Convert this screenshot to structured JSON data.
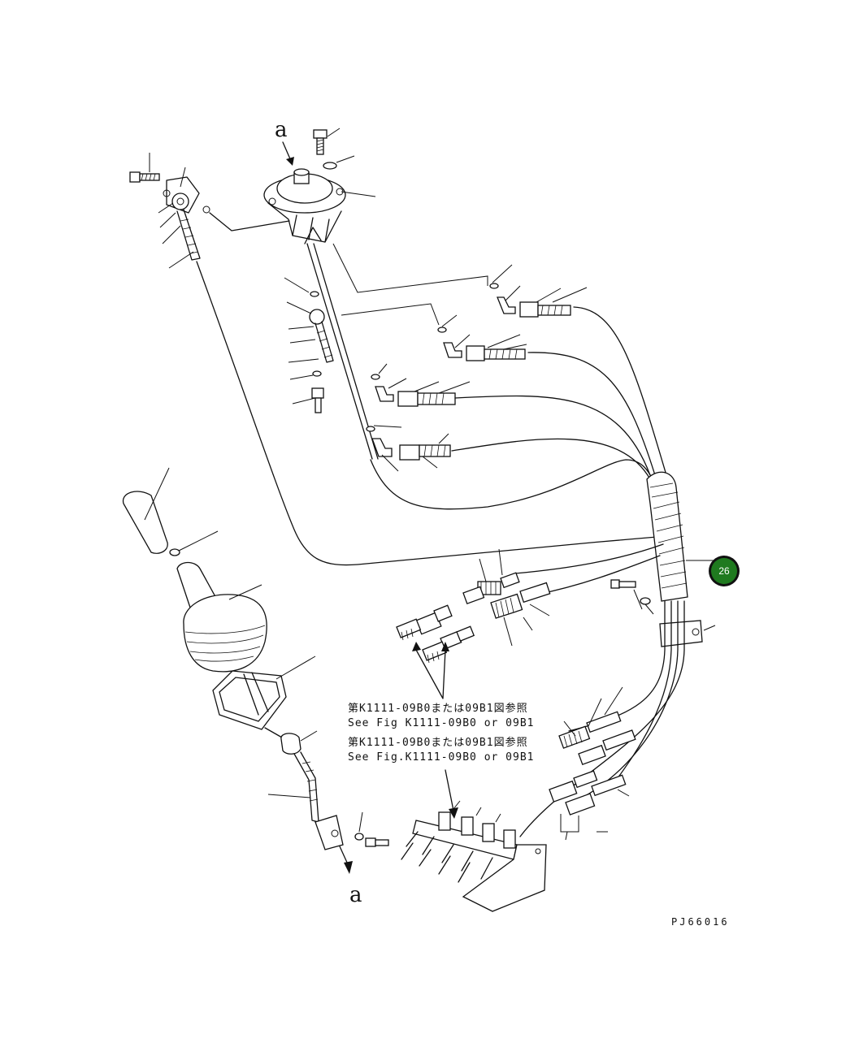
{
  "diagram": {
    "view_marker_top": "a",
    "view_marker_bottom": "a",
    "reference_note_1_ja": "第K1111-09B0または09B1図参照",
    "reference_note_1_en": "See Fig K1111-09B0 or 09B1",
    "reference_note_2_ja": "第K1111-09B0または09B1図参照",
    "reference_note_2_en": "See Fig.K1111-09B0 or 09B1",
    "drawing_code": "PJ66016",
    "callout_badge": {
      "label": "26",
      "color": "#1f7a1f"
    }
  }
}
